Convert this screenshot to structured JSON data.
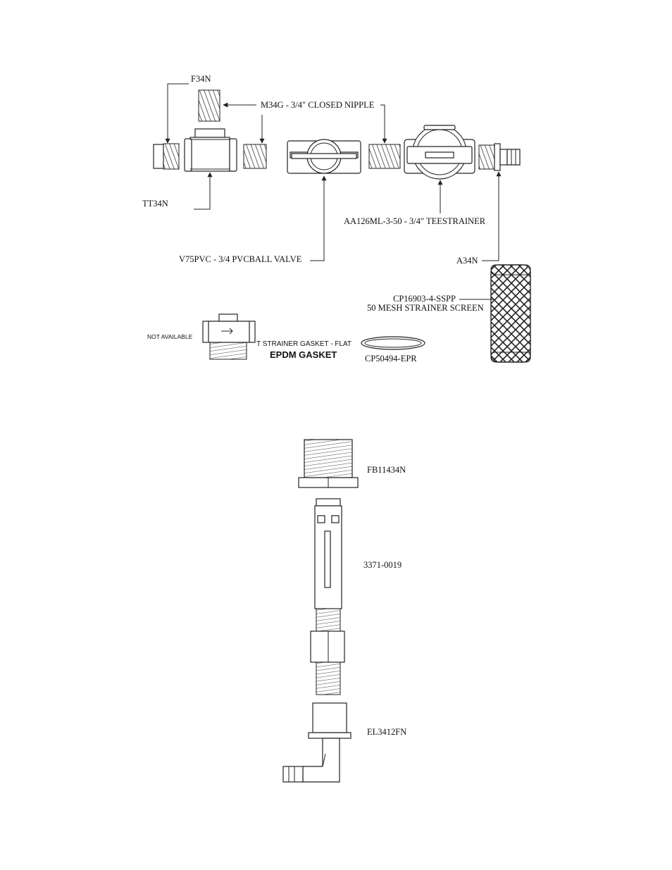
{
  "labels": {
    "f34n": "F34N",
    "m34g": "M34G - 3/4\" CLOSED NIPPLE",
    "tt34n": "TT34N",
    "aa126": "AA126ML-3-50 - 3/4\" TEESTRAINER",
    "v75pvc": "V75PVC - 3/4 PVCBALL VALVE",
    "a34n": "A34N",
    "cp16903_line1": "CP16903-4-SSPP",
    "cp16903_line2": "50 MESH STRAINER SCREEN",
    "not_available": "NOT AVAILABLE",
    "gasket_line1": "T STRAINER GASKET -  FLAT",
    "gasket_line2": "EPDM GASKET",
    "cp50494": "CP50494-EPR",
    "fb11434n": "FB11434N",
    "p3371": "3371-0019",
    "el3412fn": "EL3412FN"
  }
}
